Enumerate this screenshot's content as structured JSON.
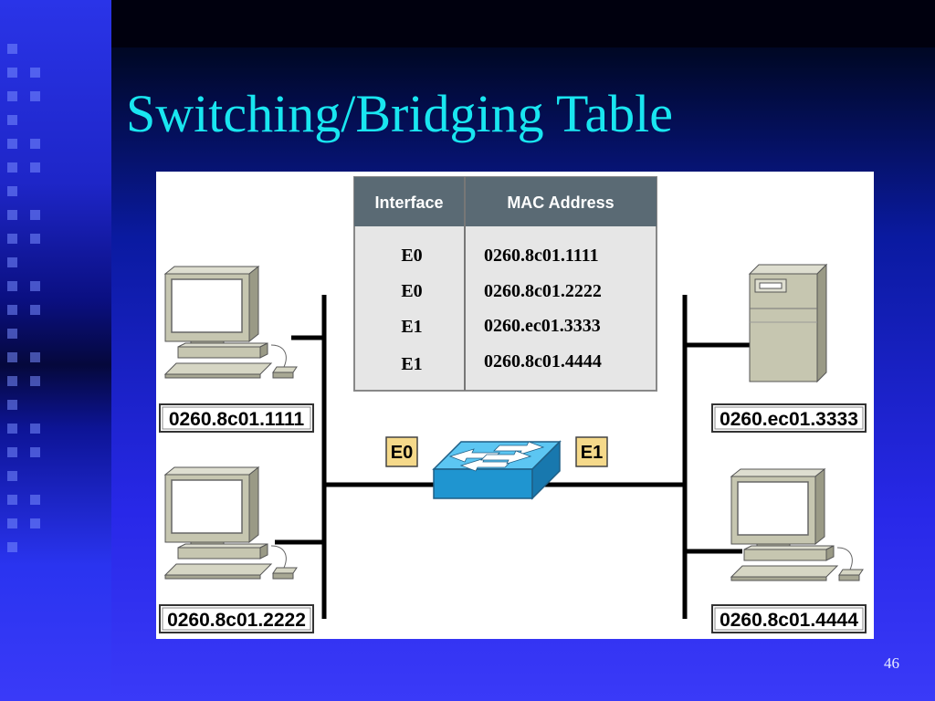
{
  "slide": {
    "title": "Switching/Bridging Table",
    "page_number": "46"
  },
  "table": {
    "headers": [
      "Interface",
      "MAC Address"
    ],
    "rows": [
      {
        "interface": "E0",
        "mac": "0260.8c01.1111"
      },
      {
        "interface": "E0",
        "mac": "0260.8c01.2222"
      },
      {
        "interface": "E1",
        "mac": "0260.ec01.3333"
      },
      {
        "interface": "E1",
        "mac": "0260.8c01.4444"
      }
    ]
  },
  "switch": {
    "port_left": "E0",
    "port_right": "E1",
    "icon": "switch-icon"
  },
  "hosts": {
    "top_left": {
      "mac": "0260.8c01.1111",
      "icon": "desktop-computer-icon"
    },
    "bottom_left": {
      "mac": "0260.8c01.2222",
      "icon": "desktop-computer-icon"
    },
    "top_right": {
      "mac": "0260.ec01.3333",
      "icon": "server-tower-icon"
    },
    "bottom_right": {
      "mac": "0260.8c01.4444",
      "icon": "desktop-computer-icon"
    }
  },
  "colors": {
    "title": "#19e6f0",
    "table_header": "#5a6a74",
    "table_body": "#e6e6e6",
    "port_label_bg": "#f5d98a",
    "switch_blue": "#2aa0d8",
    "device_gray": "#c8c8b0"
  }
}
